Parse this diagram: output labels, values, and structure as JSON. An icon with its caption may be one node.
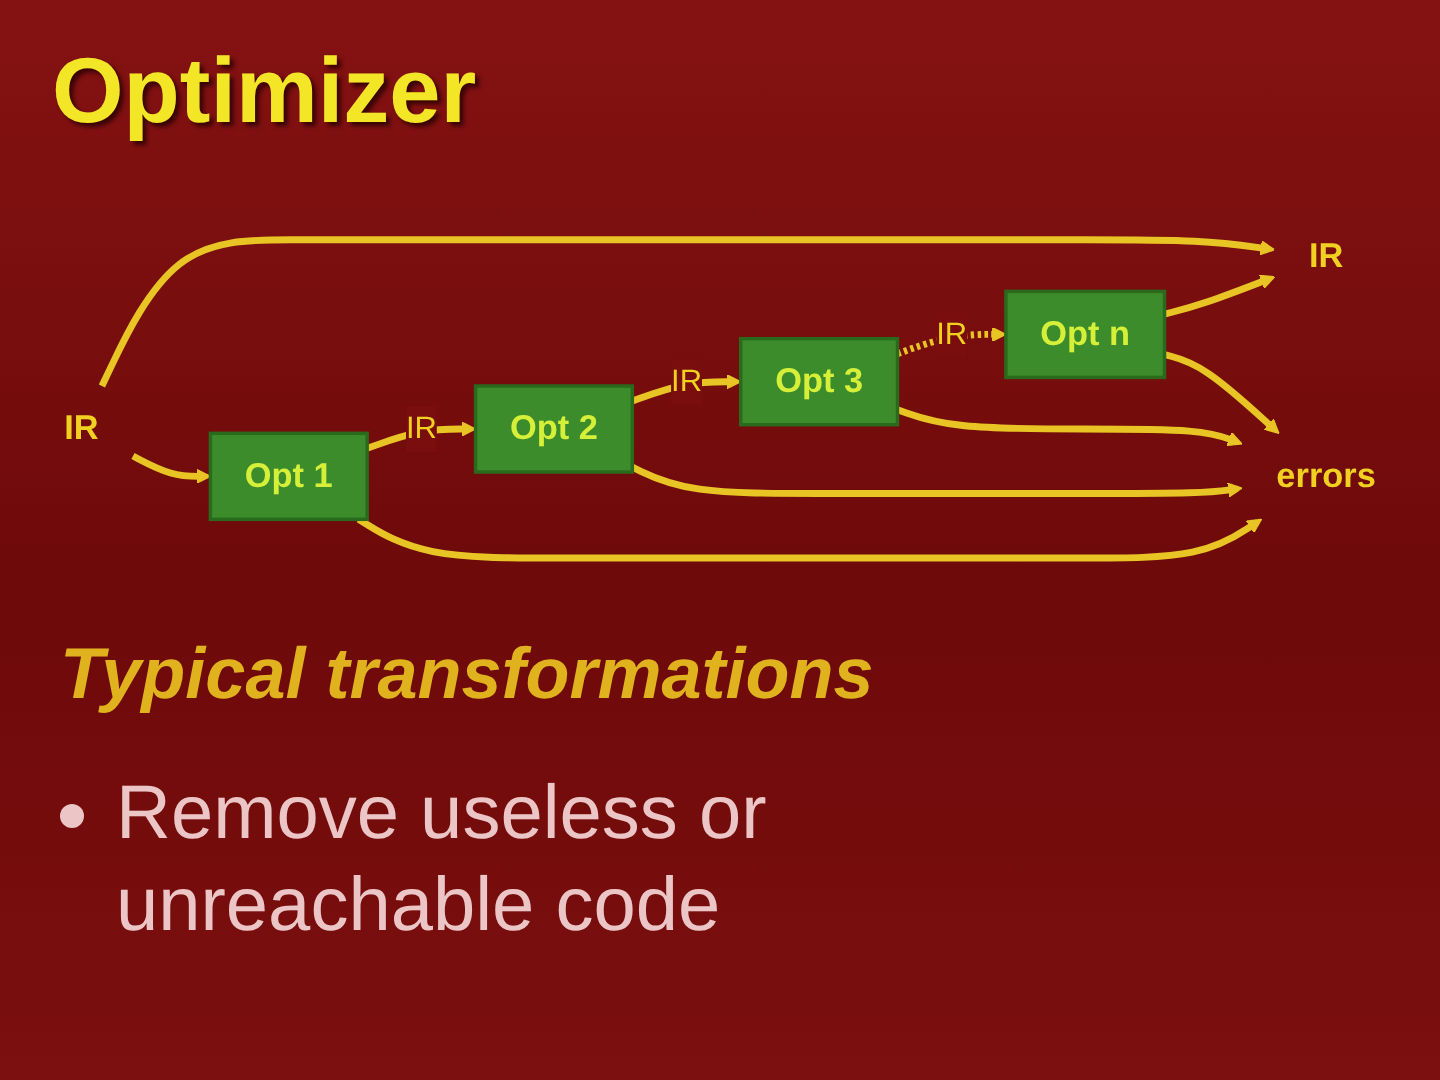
{
  "diagram": {
    "title": "Optimizer",
    "nodes": [
      {
        "text": [
          "IR"
        ]
      },
      {
        "text": [
          "Opt 1"
        ]
      },
      {
        "text": [
          "Opt 2"
        ]
      },
      {
        "text": [
          "Opt 3"
        ]
      },
      {
        "text": [
          "Opt n"
        ]
      },
      {
        "text": [
          "IR"
        ]
      },
      {
        "text": [
          "errors"
        ]
      }
    ],
    "edges": [
      {
        "from": 0,
        "to": 1,
        "arrow": "to"
      },
      {
        "from": 1,
        "to": 2,
        "arrow": "to",
        "label": "IR"
      },
      {
        "from": 2,
        "to": 3,
        "arrow": "to",
        "label": "IR"
      },
      {
        "from": 3,
        "to": 4,
        "arrow": "to",
        "label": "IR",
        "style": "dashed"
      },
      {
        "from": 4,
        "to": 5,
        "arrow": "to"
      },
      {
        "from": 0,
        "to": 5,
        "arrow": "to"
      },
      {
        "from": 1,
        "to": 6,
        "arrow": "to"
      },
      {
        "from": 2,
        "to": 6,
        "arrow": "to"
      },
      {
        "from": 3,
        "to": 6,
        "arrow": "to"
      },
      {
        "from": 4,
        "to": 6,
        "arrow": "to"
      }
    ],
    "labels": [
      "Typical transformations",
      "Remove useless or unreachable code"
    ]
  }
}
